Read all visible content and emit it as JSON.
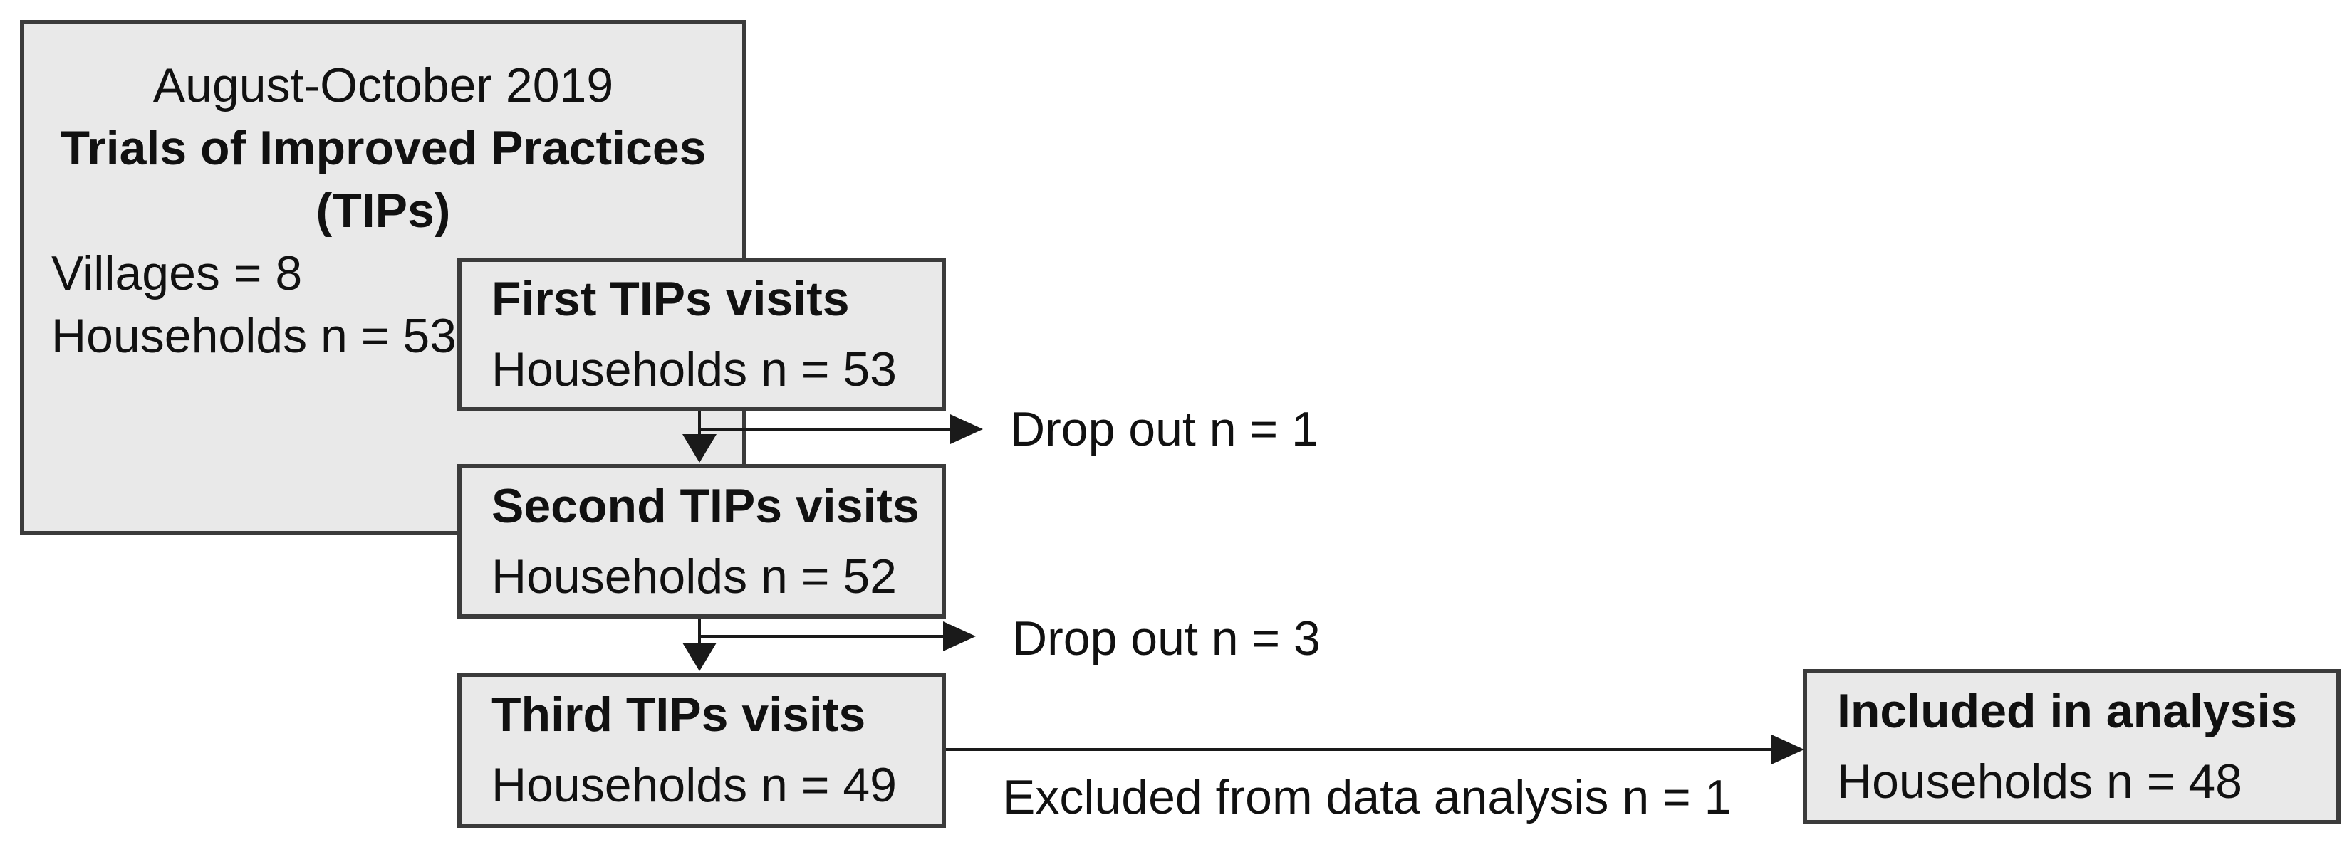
{
  "diagram": {
    "enrollment_box": {
      "period": "August-October 2019",
      "title_line1": "Trials of Improved Practices",
      "title_line2": "(TIPs)",
      "villages": "Villages = 8",
      "households": "Households n = 53"
    },
    "first_visit_box": {
      "title": "First TIPs visits",
      "households": "Households n = 53"
    },
    "second_visit_box": {
      "title": "Second TIPs visits",
      "households": "Households n = 52"
    },
    "third_visit_box": {
      "title": "Third TIPs visits",
      "households": "Households n = 49"
    },
    "included_box": {
      "title": "Included in analysis",
      "households": "Households n = 48"
    },
    "labels": {
      "dropout_1": "Drop out n = 1",
      "dropout_2": "Drop out n = 3",
      "excluded": "Excluded from data analysis n = 1"
    }
  },
  "colors": {
    "box_fill": "#e9e9e9",
    "box_border": "#3b3b3b",
    "line": "#1a1a1a",
    "text": "#111111",
    "background": "#ffffff"
  }
}
